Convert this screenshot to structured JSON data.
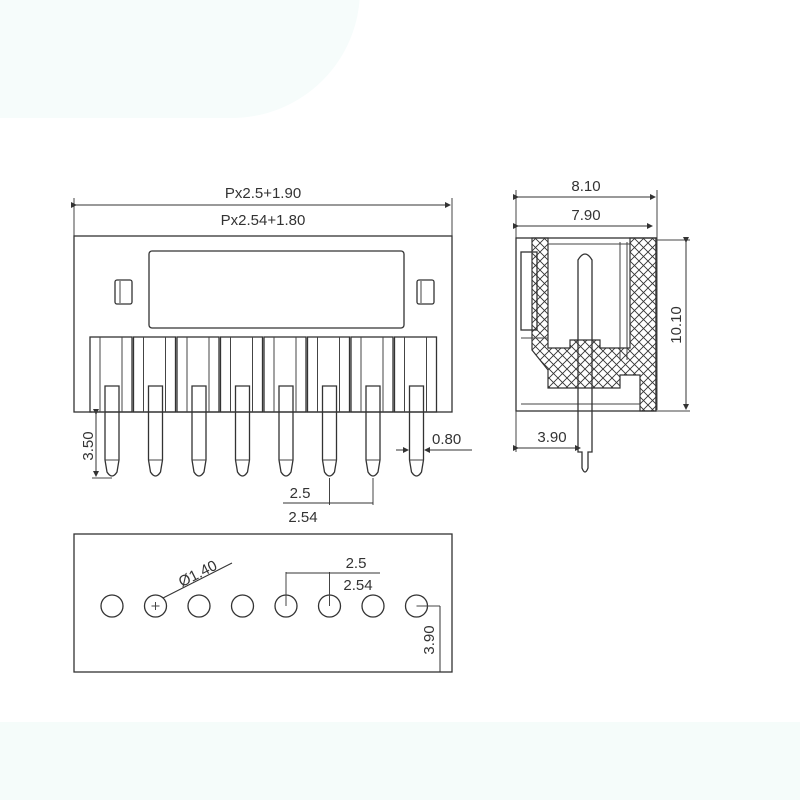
{
  "drawing": {
    "colors": {
      "line": "#333333",
      "background": "#ffffff",
      "tint": "#f5fcfa"
    },
    "front_view": {
      "overall_width_label_1": "Px2.5+1.90",
      "overall_width_label_2": "Px2.54+1.80",
      "pin_count": 8,
      "pin_length_label": "3.50",
      "pin_width_label": "0.80",
      "pitch_label_1": "2.5",
      "pitch_label_2": "2.54"
    },
    "side_view": {
      "depth_label_1": "8.10",
      "depth_label_2": "7.90",
      "height_label": "10.10",
      "pin_offset_label": "3.90"
    },
    "pcb_layout": {
      "hole_diameter_label": "Ø1.40",
      "pitch_label_1": "2.5",
      "pitch_label_2": "2.54",
      "row_offset_label": "3.90",
      "hole_count": 8
    }
  }
}
